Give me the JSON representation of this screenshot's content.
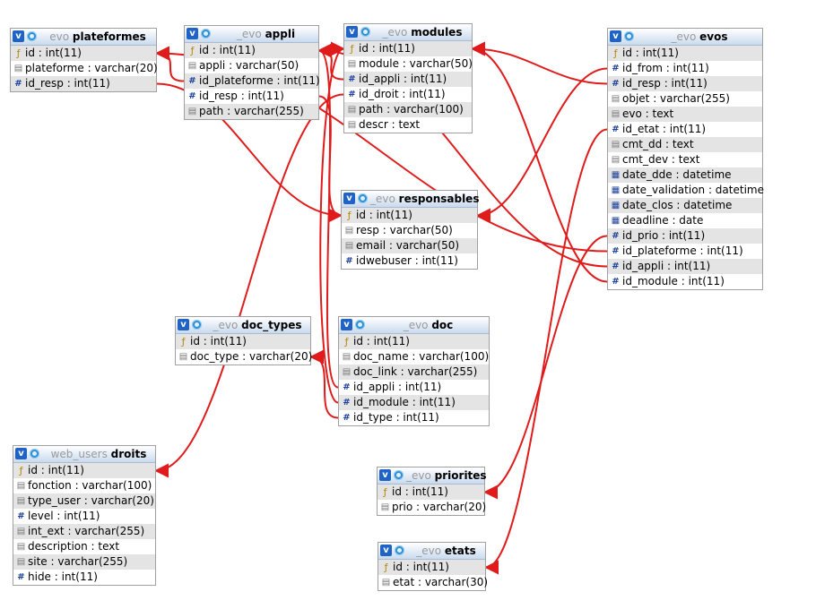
{
  "colors": {
    "relation_line": "#e01b1b",
    "header_button": "#1f63c6"
  },
  "tables": [
    {
      "key": "plateformes",
      "db": "evo",
      "name": "plateformes",
      "columns": [
        {
          "label": "id : int(11)",
          "icon": "key-icon"
        },
        {
          "label": "plateforme : varchar(20)",
          "icon": "text-icon"
        },
        {
          "label": "id_resp : int(11)",
          "icon": "number-icon"
        }
      ]
    },
    {
      "key": "appli",
      "db": "_evo",
      "name": "appli",
      "columns": [
        {
          "label": "id : int(11)",
          "icon": "key-icon"
        },
        {
          "label": "appli : varchar(50)",
          "icon": "text-icon"
        },
        {
          "label": "id_plateforme : int(11)",
          "icon": "number-icon"
        },
        {
          "label": "id_resp : int(11)",
          "icon": "number-icon"
        },
        {
          "label": "path : varchar(255)",
          "icon": "text-icon"
        }
      ]
    },
    {
      "key": "modules",
      "db": "_evo",
      "name": "modules",
      "columns": [
        {
          "label": "id : int(11)",
          "icon": "key-icon"
        },
        {
          "label": "module : varchar(50)",
          "icon": "text-icon"
        },
        {
          "label": "id_appli : int(11)",
          "icon": "number-icon"
        },
        {
          "label": "id_droit : int(11)",
          "icon": "number-icon"
        },
        {
          "label": "path : varchar(100)",
          "icon": "text-icon"
        },
        {
          "label": "descr : text",
          "icon": "text-icon"
        }
      ]
    },
    {
      "key": "evos",
      "db": "_evo",
      "name": "evos",
      "columns": [
        {
          "label": "id : int(11)",
          "icon": "key-icon"
        },
        {
          "label": "id_from : int(11)",
          "icon": "number-icon"
        },
        {
          "label": "id_resp : int(11)",
          "icon": "number-icon"
        },
        {
          "label": "objet : varchar(255)",
          "icon": "text-icon"
        },
        {
          "label": "evo : text",
          "icon": "text-icon"
        },
        {
          "label": "id_etat : int(11)",
          "icon": "number-icon"
        },
        {
          "label": "cmt_dd : text",
          "icon": "text-icon"
        },
        {
          "label": "cmt_dev : text",
          "icon": "text-icon"
        },
        {
          "label": "date_dde : datetime",
          "icon": "date-icon"
        },
        {
          "label": "date_validation : datetime",
          "icon": "date-icon"
        },
        {
          "label": "date_clos : datetime",
          "icon": "date-icon"
        },
        {
          "label": "deadline : date",
          "icon": "date-icon"
        },
        {
          "label": "id_prio : int(11)",
          "icon": "number-icon"
        },
        {
          "label": "id_plateforme : int(11)",
          "icon": "number-icon"
        },
        {
          "label": "id_appli : int(11)",
          "icon": "number-icon"
        },
        {
          "label": "id_module : int(11)",
          "icon": "number-icon"
        }
      ]
    },
    {
      "key": "responsables",
      "db": "_evo",
      "name": "responsables",
      "columns": [
        {
          "label": "id : int(11)",
          "icon": "key-icon"
        },
        {
          "label": "resp : varchar(50)",
          "icon": "text-icon"
        },
        {
          "label": "email : varchar(50)",
          "icon": "text-icon"
        },
        {
          "label": "idwebuser : int(11)",
          "icon": "number-icon"
        }
      ]
    },
    {
      "key": "doc_types",
      "db": "_evo",
      "name": "doc_types",
      "columns": [
        {
          "label": "id : int(11)",
          "icon": "key-icon"
        },
        {
          "label": "doc_type : varchar(20)",
          "icon": "text-icon"
        }
      ]
    },
    {
      "key": "doc",
      "db": "_evo",
      "name": "doc",
      "columns": [
        {
          "label": "id : int(11)",
          "icon": "key-icon"
        },
        {
          "label": "doc_name : varchar(100)",
          "icon": "text-icon"
        },
        {
          "label": "doc_link : varchar(255)",
          "icon": "text-icon"
        },
        {
          "label": "id_appli : int(11)",
          "icon": "number-icon"
        },
        {
          "label": "id_module : int(11)",
          "icon": "number-icon"
        },
        {
          "label": "id_type : int(11)",
          "icon": "number-icon"
        }
      ]
    },
    {
      "key": "droits",
      "db": "web_users",
      "name": "droits",
      "columns": [
        {
          "label": "id : int(11)",
          "icon": "key-icon"
        },
        {
          "label": "fonction : varchar(100)",
          "icon": "text-icon"
        },
        {
          "label": "type_user : varchar(20)",
          "icon": "text-icon"
        },
        {
          "label": "level : int(11)",
          "icon": "number-icon"
        },
        {
          "label": "int_ext : varchar(255)",
          "icon": "text-icon"
        },
        {
          "label": "description : text",
          "icon": "text-icon"
        },
        {
          "label": "site : varchar(255)",
          "icon": "text-icon"
        },
        {
          "label": "hide : int(11)",
          "icon": "number-icon"
        }
      ]
    },
    {
      "key": "priorites",
      "db": "_evo",
      "name": "priorites",
      "columns": [
        {
          "label": "id : int(11)",
          "icon": "key-icon"
        },
        {
          "label": "prio : varchar(20)",
          "icon": "text-icon"
        }
      ]
    },
    {
      "key": "etats",
      "db": "_evo",
      "name": "etats",
      "columns": [
        {
          "label": "id : int(11)",
          "icon": "key-icon"
        },
        {
          "label": "etat : varchar(30)",
          "icon": "text-icon"
        }
      ]
    }
  ],
  "relations": [
    {
      "from": [
        "appli",
        "id_plateforme"
      ],
      "to": [
        "plateformes",
        "id"
      ]
    },
    {
      "from": [
        "appli",
        "id_resp"
      ],
      "to": [
        "responsables",
        "id"
      ]
    },
    {
      "from": [
        "plateformes",
        "id_resp"
      ],
      "to": [
        "responsables",
        "id"
      ]
    },
    {
      "from": [
        "modules",
        "id_appli"
      ],
      "to": [
        "appli",
        "id"
      ]
    },
    {
      "from": [
        "modules",
        "id_droit"
      ],
      "to": [
        "droits",
        "id"
      ]
    },
    {
      "from": [
        "evos",
        "id_from"
      ],
      "to": [
        "responsables",
        "id"
      ]
    },
    {
      "from": [
        "evos",
        "id_resp"
      ],
      "to": [
        "modules",
        "id"
      ]
    },
    {
      "from": [
        "evos",
        "id_etat"
      ],
      "to": [
        "etats",
        "id"
      ]
    },
    {
      "from": [
        "evos",
        "id_prio"
      ],
      "to": [
        "priorites",
        "id"
      ]
    },
    {
      "from": [
        "evos",
        "id_plateforme"
      ],
      "to": [
        "plateformes",
        "id"
      ]
    },
    {
      "from": [
        "evos",
        "id_appli"
      ],
      "to": [
        "appli",
        "id"
      ]
    },
    {
      "from": [
        "evos",
        "id_module"
      ],
      "to": [
        "modules",
        "id"
      ]
    },
    {
      "from": [
        "doc",
        "id_appli"
      ],
      "to": [
        "appli",
        "id"
      ]
    },
    {
      "from": [
        "doc",
        "id_module"
      ],
      "to": [
        "modules",
        "id"
      ]
    },
    {
      "from": [
        "doc",
        "id_type"
      ],
      "to": [
        "doc_types",
        "doc_type"
      ]
    }
  ]
}
